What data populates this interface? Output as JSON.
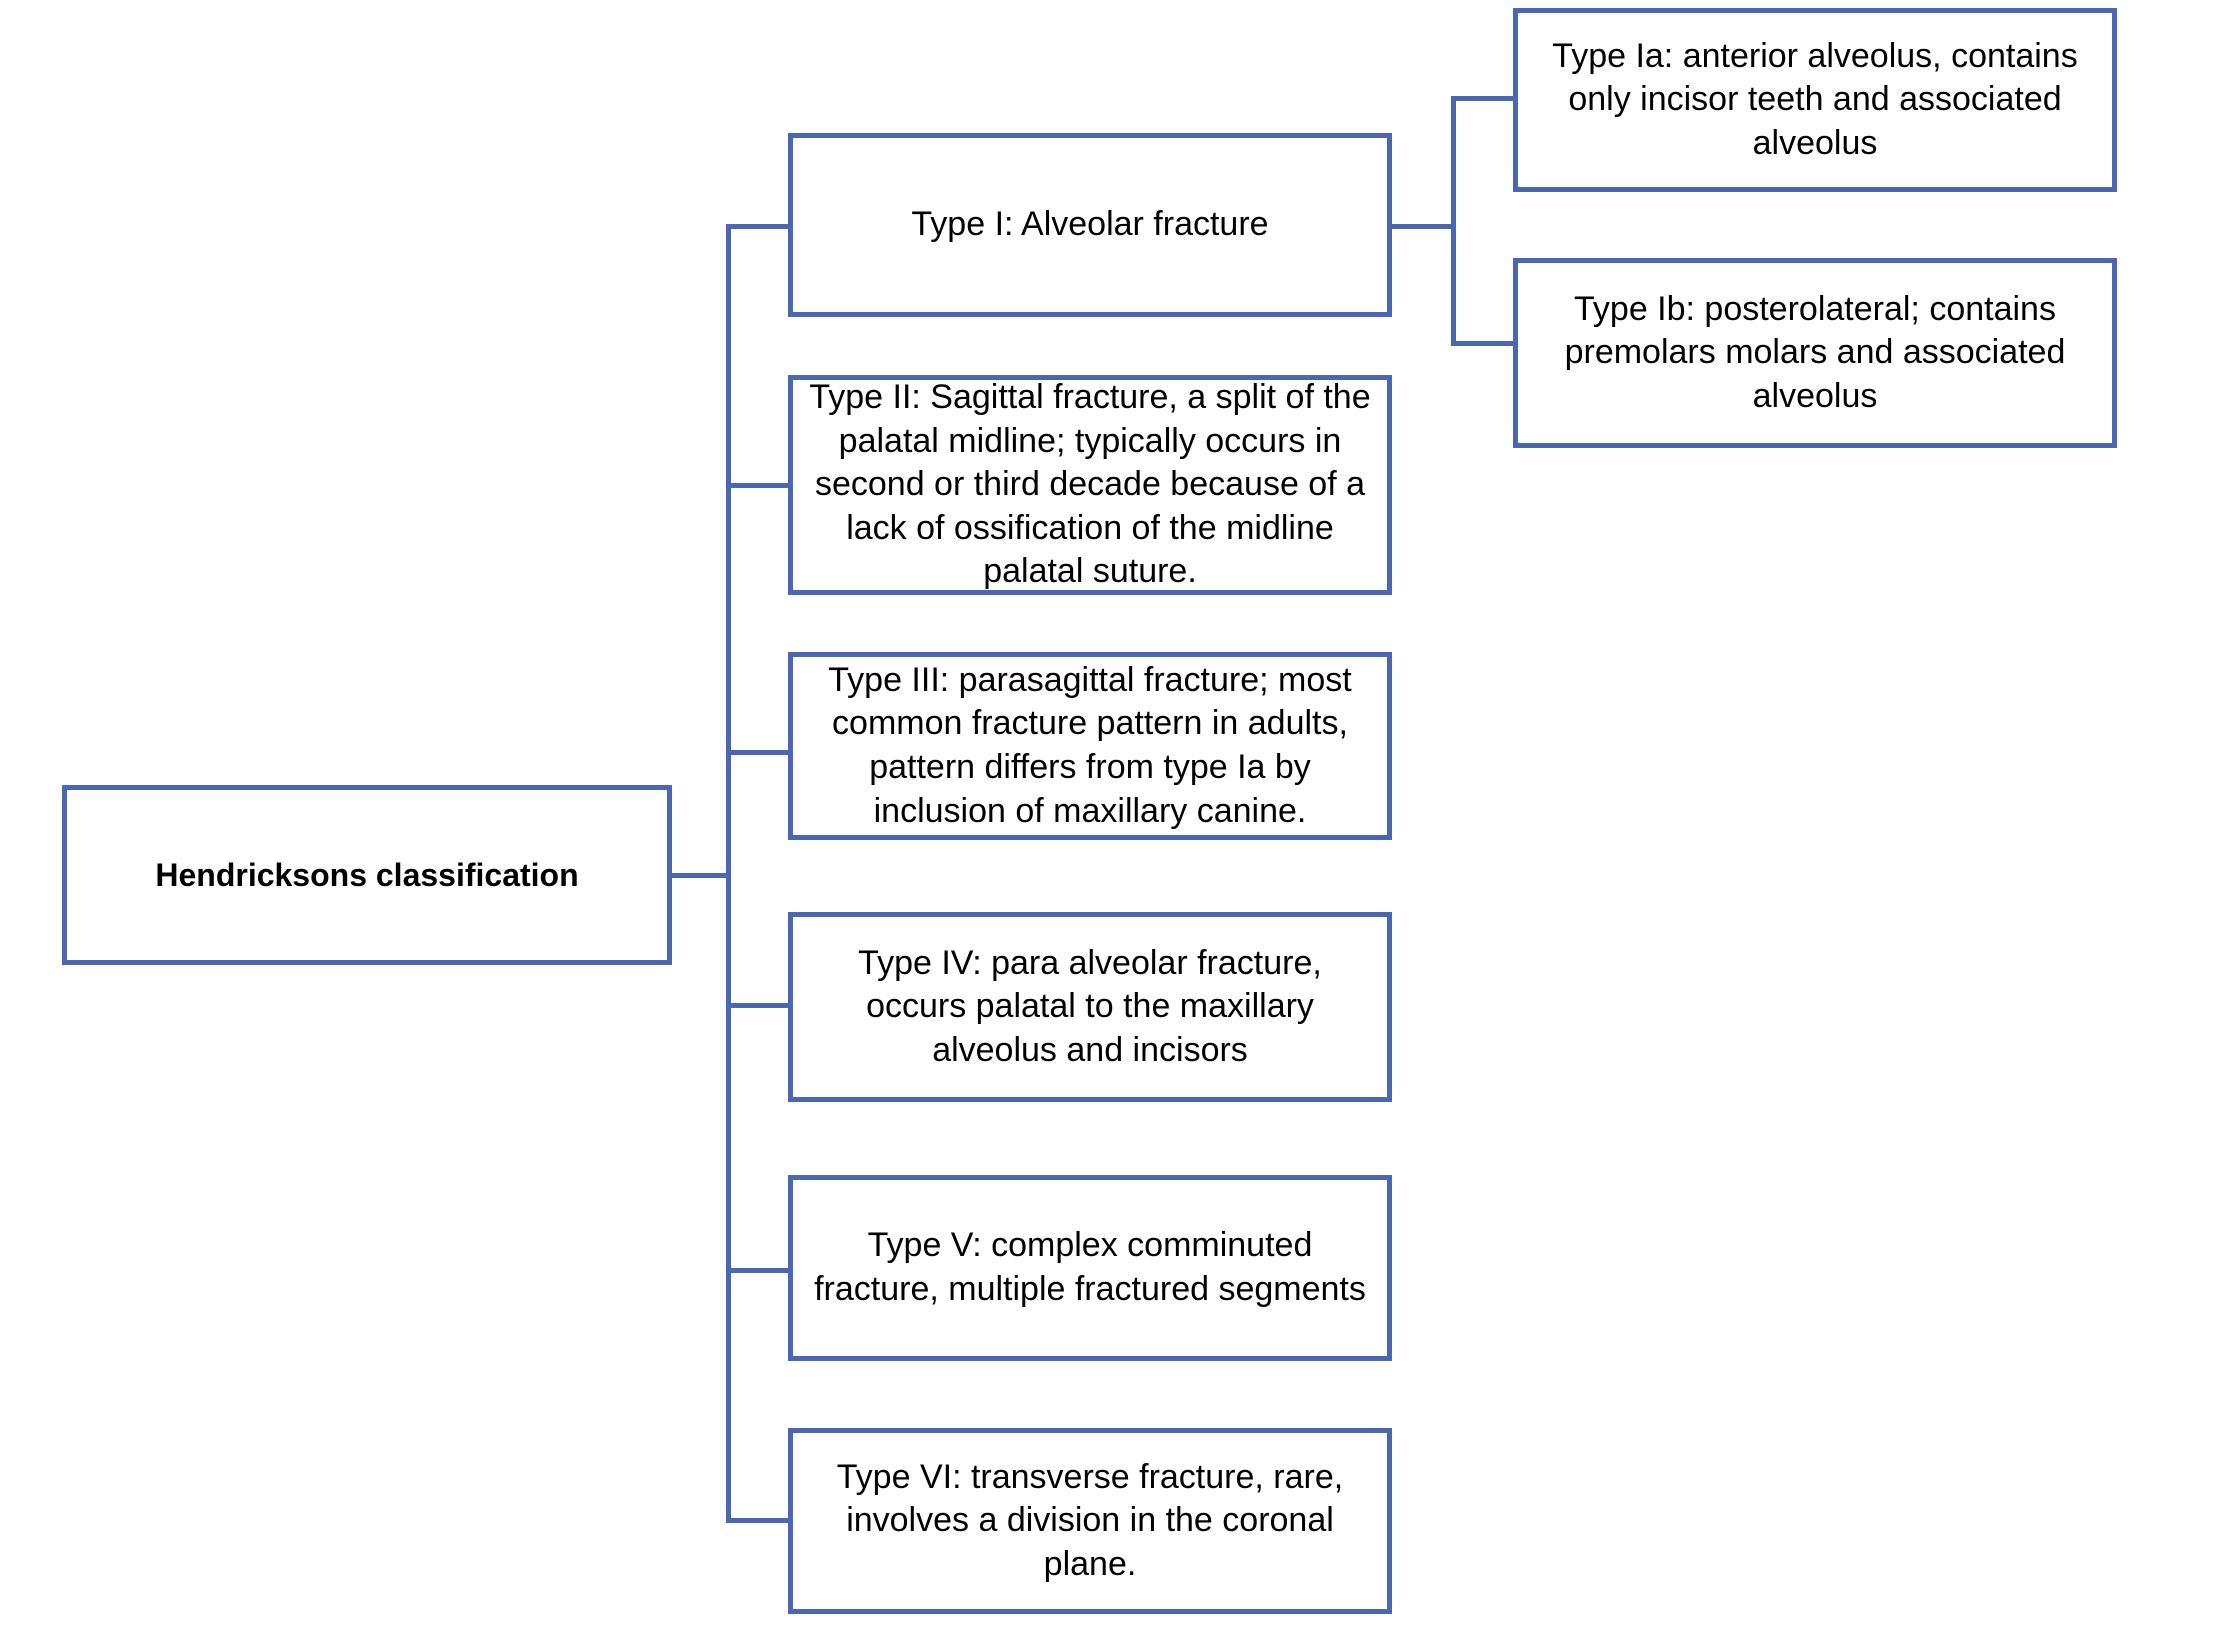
{
  "diagram": {
    "title_node": {
      "id": "root",
      "label": "Hendricksons classification"
    },
    "accent_color": "#4a66b4",
    "text_color": "#000000",
    "background_color": "#ffffff",
    "branches": [
      {
        "id": "type-1",
        "label": "Type I:  Alveolar fracture",
        "children": [
          {
            "id": "type-1a",
            "label": "Type Ia: anterior alveolus, contains only incisor teeth and associated alveolus"
          },
          {
            "id": "type-1b",
            "label": "Type Ib: posterolateral; contains premolars molars and associated alveolus"
          }
        ]
      },
      {
        "id": "type-2",
        "label": "Type II: Sagittal fracture, a split of the palatal midline; typically occurs in second or third decade because of a lack of ossification of the midline palatal suture.",
        "children": []
      },
      {
        "id": "type-3",
        "label": "Type III: parasagittal fracture; most common fracture pattern in adults, pattern differs from type Ia by inclusion of maxillary canine.",
        "children": []
      },
      {
        "id": "type-4",
        "label": "Type IV: para alveolar fracture, occurs palatal to the maxillary alveolus and incisors",
        "children": []
      },
      {
        "id": "type-5",
        "label": "Type V: complex comminuted fracture, multiple fractured segments",
        "children": []
      },
      {
        "id": "type-6",
        "label": "Type VI: transverse fracture, rare, involves a division in the coronal plane.",
        "children": []
      }
    ]
  }
}
